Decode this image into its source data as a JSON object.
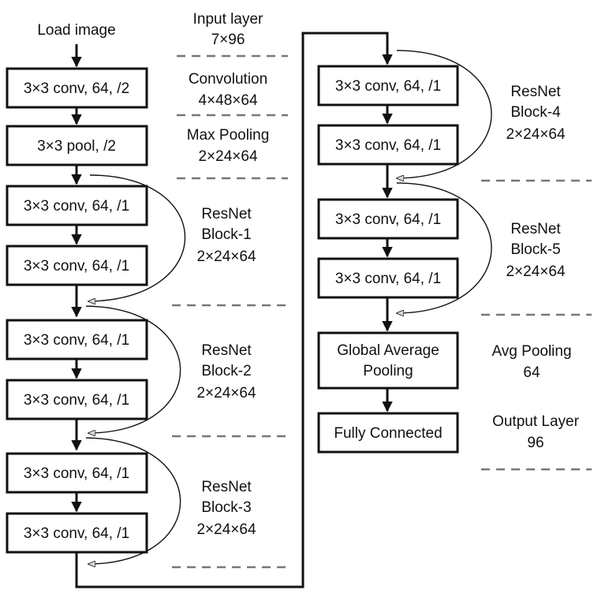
{
  "load_label": "Load image",
  "boxes": {
    "conv1": "3×3 conv, 64, /2",
    "pool": "3×3 pool, /2",
    "b1a": "3×3 conv, 64, /1",
    "b1b": "3×3 conv, 64, /1",
    "b2a": "3×3 conv, 64, /1",
    "b2b": "3×3 conv, 64, /1",
    "b3a": "3×3 conv, 64, /1",
    "b3b": "3×3 conv, 64, /1",
    "b4a": "3×3 conv, 64, /1",
    "b4b": "3×3 conv, 64, /1",
    "b5a": "3×3 conv, 64, /1",
    "b5b": "3×3 conv, 64, /1",
    "gap_line1": "Global Average",
    "gap_line2": "Pooling",
    "fc": "Fully Connected"
  },
  "labels": {
    "input_name": "Input layer",
    "input_size": "7×96",
    "conv_name": "Convolution",
    "conv_size": "4×48×64",
    "maxpool_name": "Max Pooling",
    "maxpool_size": "2×24×64",
    "block1_l1": "ResNet",
    "block1_l2": "Block-1",
    "block1_size": "2×24×64",
    "block2_l1": "ResNet",
    "block2_l2": "Block-2",
    "block2_size": "2×24×64",
    "block3_l1": "ResNet",
    "block3_l2": "Block-3",
    "block3_size": "2×24×64",
    "block4_l1": "ResNet",
    "block4_l2": "Block-4",
    "block4_size": "2×24×64",
    "block5_l1": "ResNet",
    "block5_l2": "Block-5",
    "block5_size": "2×24×64",
    "avgpool_name": "Avg Pooling",
    "avgpool_size": "64",
    "output_name": "Output Layer",
    "output_size": "96"
  }
}
